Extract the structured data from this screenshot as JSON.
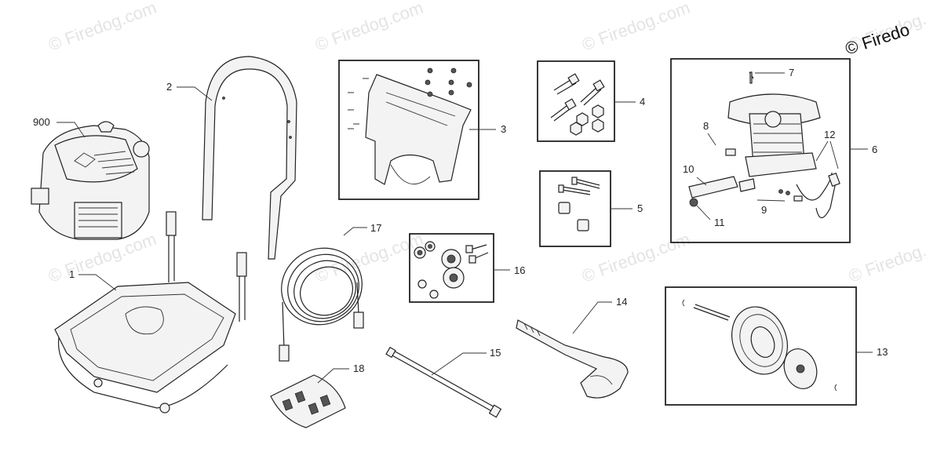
{
  "copyright": "© Firedo",
  "watermarks": [
    "© Firedog.com",
    "© Firedog.com",
    "© Firedog.com",
    "© Firedog.com",
    "© Firedog.com",
    "© Firedog.com",
    "© Firedog.com",
    "© Firedog.com"
  ],
  "callouts": {
    "c900": "900",
    "c1": "1",
    "c2": "2",
    "c3": "3",
    "c4": "4",
    "c5": "5",
    "c6": "6",
    "c7": "7",
    "c8": "8",
    "c9": "9",
    "c10": "10",
    "c11": "11",
    "c12": "12",
    "c13": "13",
    "c14": "14",
    "c15": "15",
    "c16": "16",
    "c17": "17",
    "c18": "18"
  }
}
